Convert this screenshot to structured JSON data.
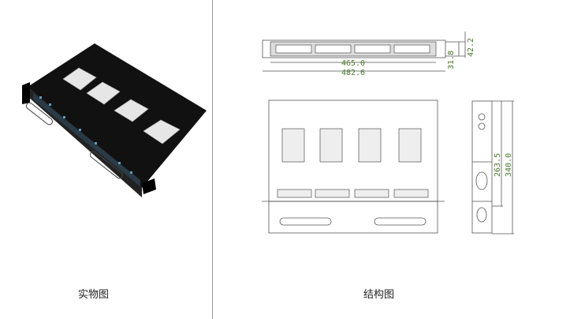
{
  "captions": {
    "photo": "实物图",
    "structure": "结构图"
  },
  "dimensions": {
    "inner_width": "465.0",
    "outer_width": "482.6",
    "height_inner": "31.8",
    "height_outer": "42.2",
    "depth_inner": "263.5",
    "depth_outer": "340.0"
  },
  "colors": {
    "dimension_text": "#4a7a2a",
    "divider": "#9a9a9a"
  }
}
